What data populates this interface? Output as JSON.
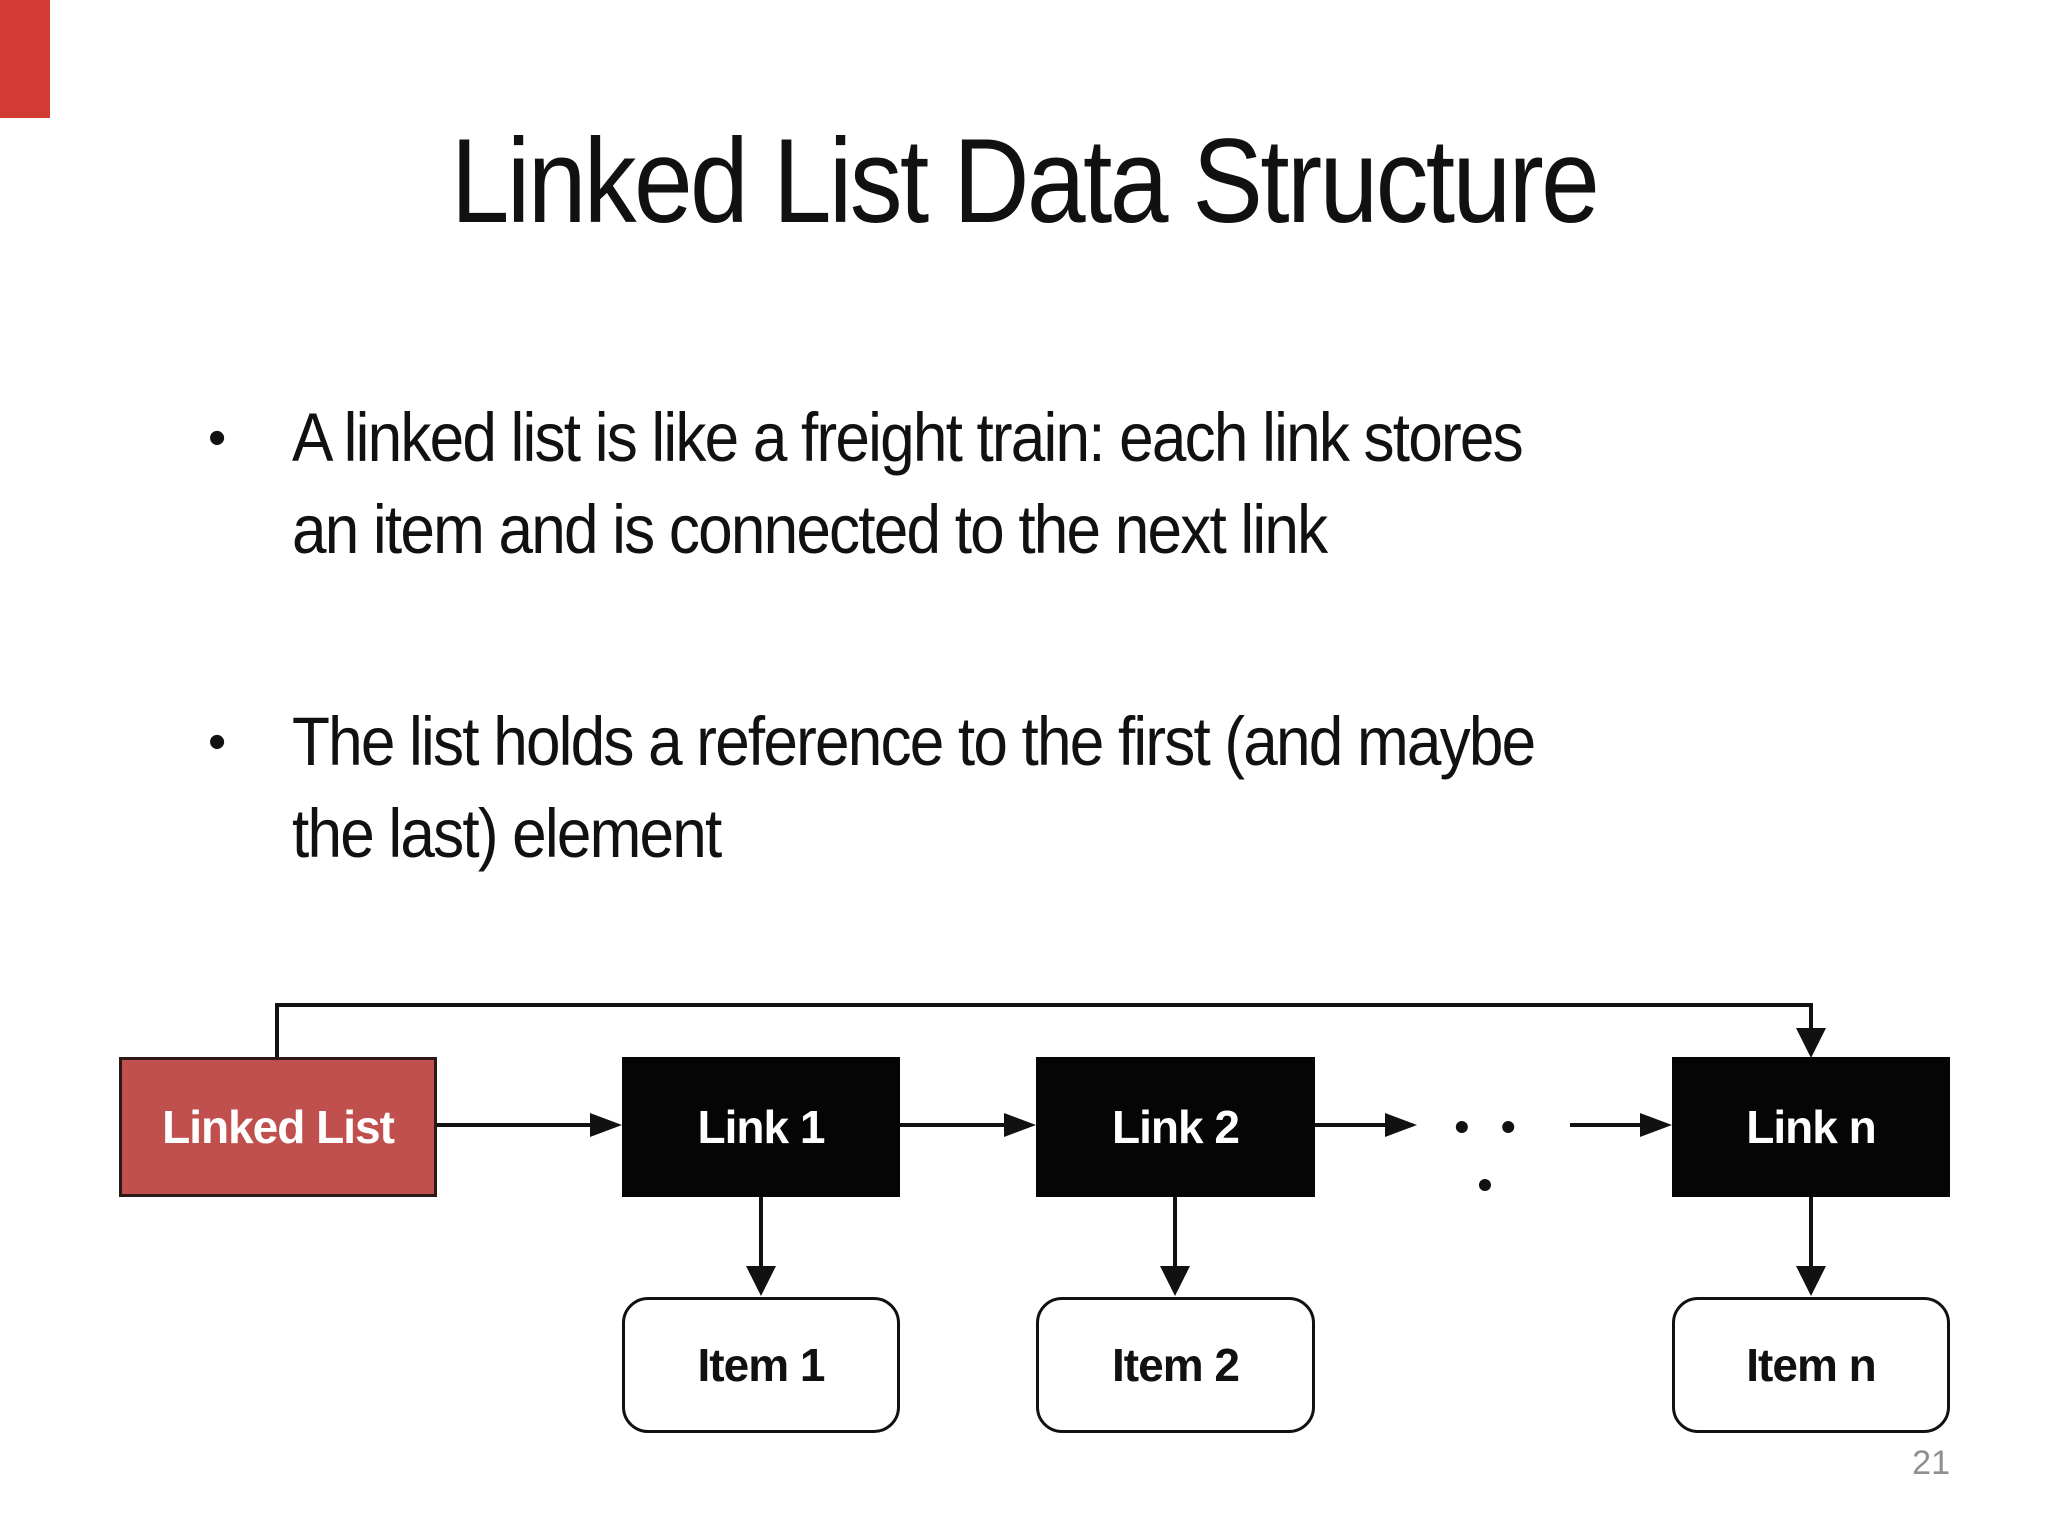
{
  "slide": {
    "title": "Linked List Data Structure",
    "bullet_glyph": "•",
    "bullets": [
      {
        "lines": [
          "A linked list is like a freight train: each link stores",
          "an item and is connected to the next link"
        ]
      },
      {
        "lines": [
          "The list holds a reference to the first (and maybe",
          "the last) element"
        ]
      }
    ],
    "page_number": "21"
  },
  "diagram": {
    "ellipsis": "• • •",
    "nodes": {
      "linked_list": {
        "label": "Linked List"
      },
      "link1": {
        "label": "Link 1"
      },
      "link2": {
        "label": "Link 2"
      },
      "linkn": {
        "label": "Link n"
      },
      "item1": {
        "label": "Item 1"
      },
      "item2": {
        "label": "Item 2"
      },
      "itemn": {
        "label": "Item n"
      }
    },
    "edges": [
      {
        "from": "Linked List",
        "to": "Link 1"
      },
      {
        "from": "Linked List",
        "to": "Link n",
        "note": "top right-angle connector with down arrowhead"
      },
      {
        "from": "Link 1",
        "to": "Link 2"
      },
      {
        "from": "Link 2",
        "to": "..."
      },
      {
        "from": "...",
        "to": "Link n"
      },
      {
        "from": "Link 1",
        "to": "Item 1"
      },
      {
        "from": "Link 2",
        "to": "Item 2"
      },
      {
        "from": "Link n",
        "to": "Item n"
      }
    ]
  },
  "colors": {
    "slide_bg": "#ffffff",
    "bar_red": "#d23b33",
    "accent_red": "#c0504d",
    "accent_red_border": "#2b1917",
    "node_black": "#050505",
    "line_black": "#111111",
    "text": "#111111",
    "item_bg": "#ffffff",
    "page_gray": "#8f8f8f"
  }
}
